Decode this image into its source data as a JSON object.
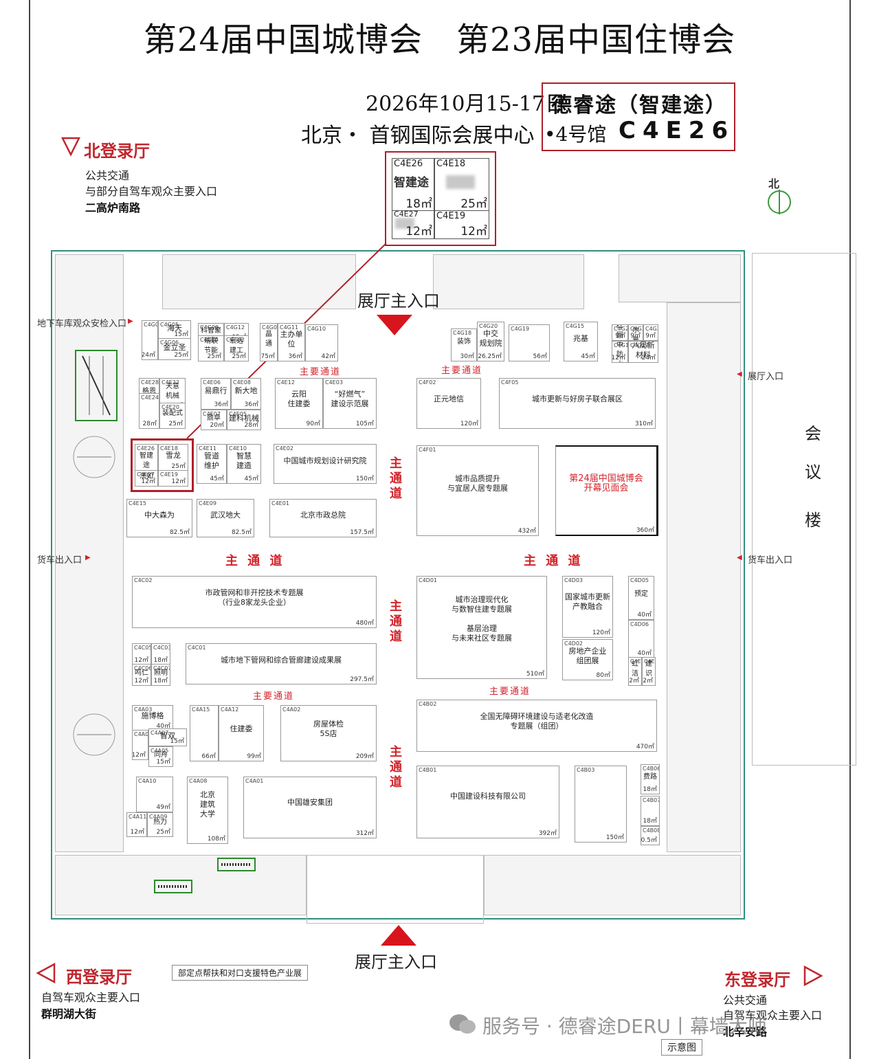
{
  "title": "第24届中国城博会　第23届中国住博会",
  "date": "2026年10月15-17日",
  "venue": "北京・ 首钢国际会展中心",
  "highlight": {
    "company": "德睿途（智建途）",
    "hall": "•4号馆",
    "booth": "C4E26"
  },
  "compass": "北",
  "meeting_building": [
    "会",
    "议",
    "楼"
  ],
  "entrances": {
    "main_top": "展厅主入口",
    "main_bottom": "展厅主入口",
    "left": [
      "地下车库观众安检入口",
      "货车出入口"
    ],
    "right": [
      "展厅入口",
      "货车出入口"
    ]
  },
  "lobbies": {
    "north": {
      "title": "北登录厅",
      "lines": [
        "公共交通",
        "与部分自驾车观众主要入口"
      ],
      "road": "二高炉南路"
    },
    "west": {
      "title": "西登录厅",
      "lines": [
        "自驾车观众主要入口"
      ],
      "road": "群明湖大街"
    },
    "east": {
      "title": "东登录厅",
      "lines": [
        "公共交通",
        "自驾车观众主要入口"
      ],
      "road": "北辛安路"
    }
  },
  "zoom_inset": [
    {
      "code": "C4E26",
      "name": "智建途",
      "area": "18㎡"
    },
    {
      "code": "C4E18",
      "name": "",
      "area": "25㎡"
    },
    {
      "code": "C4E27",
      "name": "",
      "area": "12㎡"
    },
    {
      "code": "C4E19",
      "name": "",
      "area": "12㎡"
    }
  ],
  "aisles": {
    "main": "主通道",
    "main_spaced": "主 通 道",
    "sub": "主要通道"
  },
  "footer": {
    "note": "部定点帮扶和对口支援特色产业展",
    "watermark": "服务号 · 德睿途DERU丨幕墙大师",
    "legend": "示意图"
  },
  "booths": [
    {
      "code": "C4G07",
      "name": "",
      "area": "24㎡"
    },
    {
      "code": "C4G05",
      "name": "海天",
      "area": "15㎡"
    },
    {
      "code": "C4G06",
      "name": "金立圣",
      "area": "25㎡"
    },
    {
      "code": "C4G09",
      "name": "科智聚",
      "area": ""
    },
    {
      "code": "C4G12",
      "name": "",
      "area": "15㎡"
    },
    {
      "code": "C4G03",
      "name": "瑞联\n节能",
      "area": "25㎡"
    },
    {
      "code": "C4G02",
      "name": "宏远\n建工",
      "area": "25㎡"
    },
    {
      "code": "C4G01",
      "name": "晶\n通",
      "area": "18.75㎡"
    },
    {
      "code": "C4G11",
      "name": "主办单位",
      "area": "36㎡"
    },
    {
      "code": "C4G10",
      "name": "",
      "area": "42㎡"
    },
    {
      "code": "C4G18",
      "name": "装饰",
      "area": "30㎡"
    },
    {
      "code": "C4G20",
      "name": "中交\n规划院",
      "area": "26.25㎡"
    },
    {
      "code": "C4G19",
      "name": "",
      "area": "56㎡"
    },
    {
      "code": "C4G15",
      "name": "兆基",
      "area": "45㎡"
    },
    {
      "code": "C4G22",
      "name": "红圆",
      "area": "9㎡"
    },
    {
      "code": "C4G26",
      "name": "索尔普",
      "area": "9㎡"
    },
    {
      "code": "C4G25",
      "name": "",
      "area": "9㎡"
    },
    {
      "code": "C4G16",
      "name": "建中\n防水",
      "area": "12㎡"
    },
    {
      "code": "C4G17",
      "name": "八局新材料",
      "area": "24㎡"
    },
    {
      "code": "C4E28",
      "name": "格恩",
      "area": "12㎡"
    },
    {
      "code": "C4E22",
      "name": "天意\n机械",
      "area": "25㎡"
    },
    {
      "code": "C4E24",
      "name": "",
      "area": "28㎡"
    },
    {
      "code": "C4E20",
      "name": "装配式",
      "area": "25㎡"
    },
    {
      "code": "C4E06",
      "name": "易鼎行",
      "area": "36㎡"
    },
    {
      "code": "C4E08",
      "name": "新大地",
      "area": "36㎡"
    },
    {
      "code": "C4E07",
      "name": "鼎卓",
      "area": "20㎡"
    },
    {
      "code": "C4E05",
      "name": "建科机械",
      "area": "28㎡"
    },
    {
      "code": "C4E12",
      "name": "云阳\n住建委",
      "area": "90㎡"
    },
    {
      "code": "C4E03",
      "name": "“好燃气”\n建设示范展",
      "area": "105㎡"
    },
    {
      "code": "C4F02",
      "name": "正元地信",
      "area": "120㎡"
    },
    {
      "code": "C4F05",
      "name": "城市更新与好房子联合展区",
      "area": "310㎡"
    },
    {
      "code": "C4E26",
      "name": "智建途",
      "area": "18㎡"
    },
    {
      "code": "C4E18",
      "name": "雪龙",
      "area": "25㎡"
    },
    {
      "code": "C4E27",
      "name": "法如",
      "area": "12㎡"
    },
    {
      "code": "C4E19",
      "name": "",
      "area": "12㎡"
    },
    {
      "code": "C4E11",
      "name": "管道\n维护",
      "area": "45㎡"
    },
    {
      "code": "C4E10",
      "name": "智慧\n建造",
      "area": "45㎡"
    },
    {
      "code": "C4E02",
      "name": "中国城市规划设计研究院",
      "area": "150㎡"
    },
    {
      "code": "C4F01",
      "name": "城市品质提升\n与宜居人居专题展",
      "area": "432㎡"
    },
    {
      "code": "",
      "name": "第24届中国城博会\n开幕见面会",
      "area": "360㎡"
    },
    {
      "code": "C4E15",
      "name": "中大森为",
      "area": "82.5㎡"
    },
    {
      "code": "C4E09",
      "name": "武汉地大",
      "area": "82.5㎡"
    },
    {
      "code": "C4E01",
      "name": "北京市政总院",
      "area": "157.5㎡"
    },
    {
      "code": "C4C02",
      "name": "市政管网和非开挖技术专题展\n（行业8家龙头企业）",
      "area": "480㎡"
    },
    {
      "code": "C4D01",
      "name": "城市治理现代化\n与数智住建专题展\n\n基层治理\n与未来社区专题展",
      "area": "510㎡"
    },
    {
      "code": "C4D03",
      "name": "国家城市更新\n产教融合",
      "area": "120㎡"
    },
    {
      "code": "C4D05",
      "name": "预定",
      "area": "40㎡"
    },
    {
      "code": "C4D06",
      "name": "",
      "area": "40㎡"
    },
    {
      "code": "C4D02",
      "name": "房地产企业\n组团展",
      "area": "80㎡"
    },
    {
      "code": "C4E11",
      "name": "虹洁",
      "area": "12㎡"
    },
    {
      "code": "C4E23",
      "name": "建识",
      "area": "12㎡"
    },
    {
      "code": "C4C05",
      "name": "",
      "area": "12㎡"
    },
    {
      "code": "C4C03",
      "name": "",
      "area": "18㎡"
    },
    {
      "code": "C4C06",
      "name": "鸣仁",
      "area": "12㎡"
    },
    {
      "code": "C4C07",
      "name": "照明",
      "area": "18㎡"
    },
    {
      "code": "C4C01",
      "name": "城市地下管网和综合管廊建设成果展",
      "area": "297.5㎡"
    },
    {
      "code": "C4A03",
      "name": "施博格",
      "area": "40㎡"
    },
    {
      "code": "C4A06",
      "name": "",
      "area": "12㎡"
    },
    {
      "code": "C4A07",
      "name": "智双",
      "area": "15㎡"
    },
    {
      "code": "C4A05",
      "name": "同舟",
      "area": "15㎡"
    },
    {
      "code": "C4A15",
      "name": "",
      "area": "66㎡"
    },
    {
      "code": "C4A12",
      "name": "住建委",
      "area": "99㎡"
    },
    {
      "code": "C4A02",
      "name": "房屋体检\n5S店",
      "area": "209㎡"
    },
    {
      "code": "C4B02",
      "name": "全国无障碍环境建设与适老化改造\n专题展（组团）",
      "area": "470㎡"
    },
    {
      "code": "C4A10",
      "name": "",
      "area": "49㎡"
    },
    {
      "code": "C4A11",
      "name": "",
      "area": "12㎡"
    },
    {
      "code": "C4A09",
      "name": "热力",
      "area": "25㎡"
    },
    {
      "code": "C4A08",
      "name": "北京\n建筑\n大学",
      "area": "108㎡"
    },
    {
      "code": "C4A01",
      "name": "中国雄安集团",
      "area": "312㎡"
    },
    {
      "code": "C4B01",
      "name": "中国建设科技有限公司",
      "area": "392㎡"
    },
    {
      "code": "C4B03",
      "name": "",
      "area": "150㎡"
    },
    {
      "code": "C4B06",
      "name": "费路",
      "area": "18㎡"
    },
    {
      "code": "C4B07",
      "name": "",
      "area": "18㎡"
    },
    {
      "code": "C4B08",
      "name": "",
      "area": "10.5㎡"
    }
  ]
}
